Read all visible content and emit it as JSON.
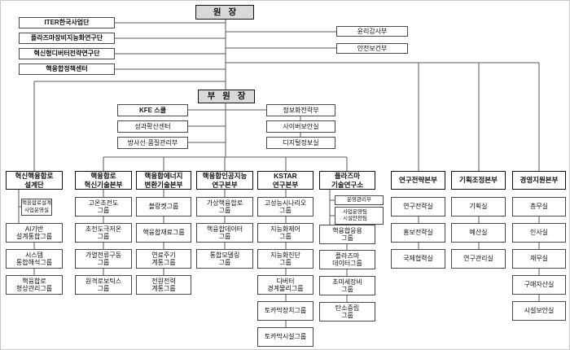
{
  "org": {
    "director": {
      "label": "원  장"
    },
    "vice_director": {
      "label": "부 원 장"
    },
    "director_staff_left": [
      {
        "label": "ITER한국사업단"
      },
      {
        "label": "플라즈마장비지능화연구단"
      },
      {
        "label": "혁신형디버터전략연구단"
      },
      {
        "label": "핵융합정책센터"
      }
    ],
    "director_staff_right": [
      {
        "label": "윤리감사부"
      },
      {
        "label": "안전보건부"
      }
    ],
    "vice_staff_left": [
      {
        "label": "KFE 스쿨"
      },
      {
        "label": "성과확산센터"
      },
      {
        "label": "방사선·품질관리부"
      }
    ],
    "vice_staff_right": [
      {
        "label": "정보화전략부"
      },
      {
        "label": "사이버보안실"
      },
      {
        "label": "디지털정보실"
      }
    ],
    "divisions": [
      {
        "name": "혁신핵융합로\n설계단",
        "office": "핵융합로설계\n사업운영실",
        "groups": [
          "AI기반\n설계통합그룹",
          "시스템\n통합해석그룹",
          "핵융합로\n형상관리그룹"
        ]
      },
      {
        "name": "핵융합로\n혁신기술본부",
        "groups": [
          "고온초전도\n그룹",
          "초전도극저온\n그룹",
          "가열전류구동\n그룹",
          "원격로보틱스\n그룹"
        ]
      },
      {
        "name": "핵융합에너지\n변환기술본부",
        "groups": [
          "블랑켓그룹",
          "핵융합재료그룹",
          "연료주기\n계통그룹",
          "전원전력\n계통그룹"
        ]
      },
      {
        "name": "핵융합인공지능\n연구본부",
        "groups": [
          "가상핵융합로\n그룹",
          "핵융합데이터\n그룹",
          "통합모델링\n그룹"
        ]
      },
      {
        "name": "KSTAR\n연구본부",
        "groups": [
          "고성능시나리오\n그룹",
          "지능화제어\n그룹",
          "지능화진단\n그룹",
          "디버터\n경계물리그룹",
          "토카막장치그룹",
          "토카막시설그룹"
        ]
      },
      {
        "name": "플라즈마\n기술연구소",
        "admin": {
          "title": "운영관리부",
          "teams": "· 사업운영팀\n· 시설안전팀"
        },
        "groups": [
          "핵융합응용\n그룹",
          "플라즈마\n데이터그룹",
          "초미세장비\n그룹",
          "탄소중립\n그룹"
        ]
      },
      {
        "name": "연구전략본부",
        "groups": [
          "연구전략실",
          "홍보전략실",
          "국제협력실"
        ]
      },
      {
        "name": "기획조정본부",
        "groups": [
          "기획실",
          "예산실",
          "연구관리실"
        ]
      },
      {
        "name": "경영지원본부",
        "groups": [
          "총무실",
          "인사실",
          "재무실",
          "구매자산실",
          "시설보안실"
        ]
      }
    ]
  }
}
